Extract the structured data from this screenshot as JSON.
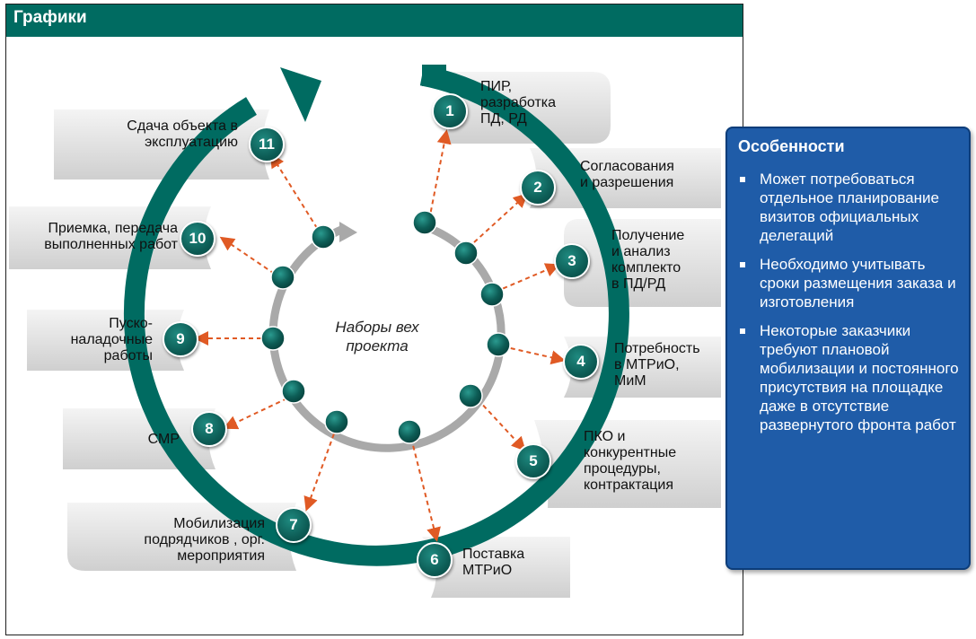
{
  "header": {
    "title": "Графики"
  },
  "diagram": {
    "center_label": "Наборы вех\nпроекта",
    "steps": [
      {
        "number": "1",
        "label": "ПИР,\nразработка\nПД, РД"
      },
      {
        "number": "2",
        "label": "Согласования\nи разрешения"
      },
      {
        "number": "3",
        "label": "Получение\nи анализ\nкомплекто\nв ПД/РД"
      },
      {
        "number": "4",
        "label": "Потребность\nв МТРиО,\nМиМ"
      },
      {
        "number": "5",
        "label": "ПКО и\nконкурентные\nпроцедуры,\nконтрактация"
      },
      {
        "number": "6",
        "label": "Поставка\nМТРиО"
      },
      {
        "number": "7",
        "label": "Мобилизация\nподрядчиков , орг.\nмероприятия"
      },
      {
        "number": "8",
        "label": "СМР"
      },
      {
        "number": "9",
        "label": "Пуско-\nналадочные\nработы"
      },
      {
        "number": "10",
        "label": "Приемка, передача\nвыполненных работ"
      },
      {
        "number": "11",
        "label": "Сдача объекта в\nэксплуатацию"
      }
    ],
    "colors": {
      "teal": "#006b61",
      "dark_teal": "#0d5d56",
      "gray": "#a9a9a9",
      "arrow": "#e05a24",
      "panel": "#1f5ca8"
    }
  },
  "features": {
    "title": "Особенности",
    "items": [
      "Может потребоваться отдельное планирование визитов официальных делегаций",
      "Необходимо учитывать сроки размещения заказа и изготовления",
      "Некоторые заказчики требуют плановой мобилизации и постоянного присутствия на площадке даже в отсутствие развернутого фронта работ"
    ]
  }
}
